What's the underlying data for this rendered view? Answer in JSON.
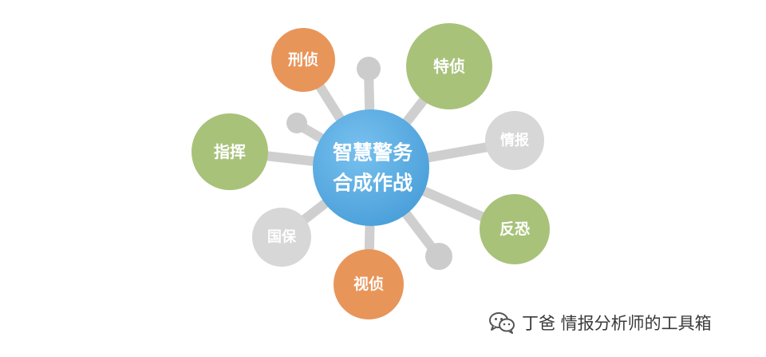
{
  "center": {
    "line1": "智慧警务",
    "line2": "合成作战"
  },
  "nodes": [
    {
      "id": "xingzhen",
      "label": "刑侦",
      "color": "#e8955a"
    },
    {
      "id": "tezhen",
      "label": "特侦",
      "color": "#a8c27a"
    },
    {
      "id": "qingbao",
      "label": "情报",
      "color": "#d7d7d7"
    },
    {
      "id": "fankong",
      "label": "反恐",
      "color": "#a8c27a"
    },
    {
      "id": "shizhen",
      "label": "视侦",
      "color": "#e8955a"
    },
    {
      "id": "guobao",
      "label": "国保",
      "color": "#d7d7d7"
    },
    {
      "id": "zhihui",
      "label": "指挥",
      "color": "#a8c27a"
    }
  ],
  "colors": {
    "center": "#5aade0",
    "connector": "#cfcfcf",
    "small_dot": "#cccccc",
    "label": "#ffffff"
  },
  "watermark": {
    "text": "丁爸 情报分析师的工具箱",
    "icon": "wechat-icon"
  }
}
